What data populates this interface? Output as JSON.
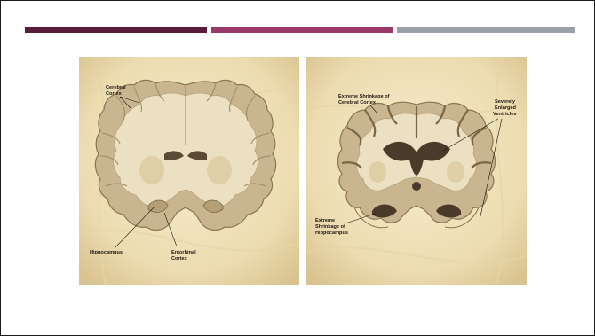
{
  "slide": {
    "accent_bars": [
      {
        "color": "#5a1a3a"
      },
      {
        "color": "#9a3a6a"
      },
      {
        "color": "#9aa0aa"
      }
    ]
  },
  "figure": {
    "normal": {
      "labels": {
        "cerebral_cortex_line1": "Cerebral",
        "cerebral_cortex_line2": "Cortex",
        "hippocampus": "Hippocampus",
        "entorhinal_line1": "Entorhinal",
        "entorhinal_line2": "Cortex"
      }
    },
    "alzheimers": {
      "labels": {
        "shrinkage_cortex_line1": "Extreme Shrinkage of",
        "shrinkage_cortex_line2": "Cerebral Cortex",
        "ventricles_line1": "Severely",
        "ventricles_line2": "Enlarged",
        "ventricles_line3": "Ventricles",
        "shrinkage_hippo_line1": "Extreme",
        "shrinkage_hippo_line2": "Shrinkage of",
        "shrinkage_hippo_line3": "Hippocampus"
      }
    },
    "colors": {
      "background_light": "#f5e9c6",
      "background_dark": "#dcc79a",
      "gray_matter": "#c9b690",
      "white_matter": "#ece0c2",
      "ventricle": "#4a3a2a",
      "outline": "#8a7650"
    }
  }
}
